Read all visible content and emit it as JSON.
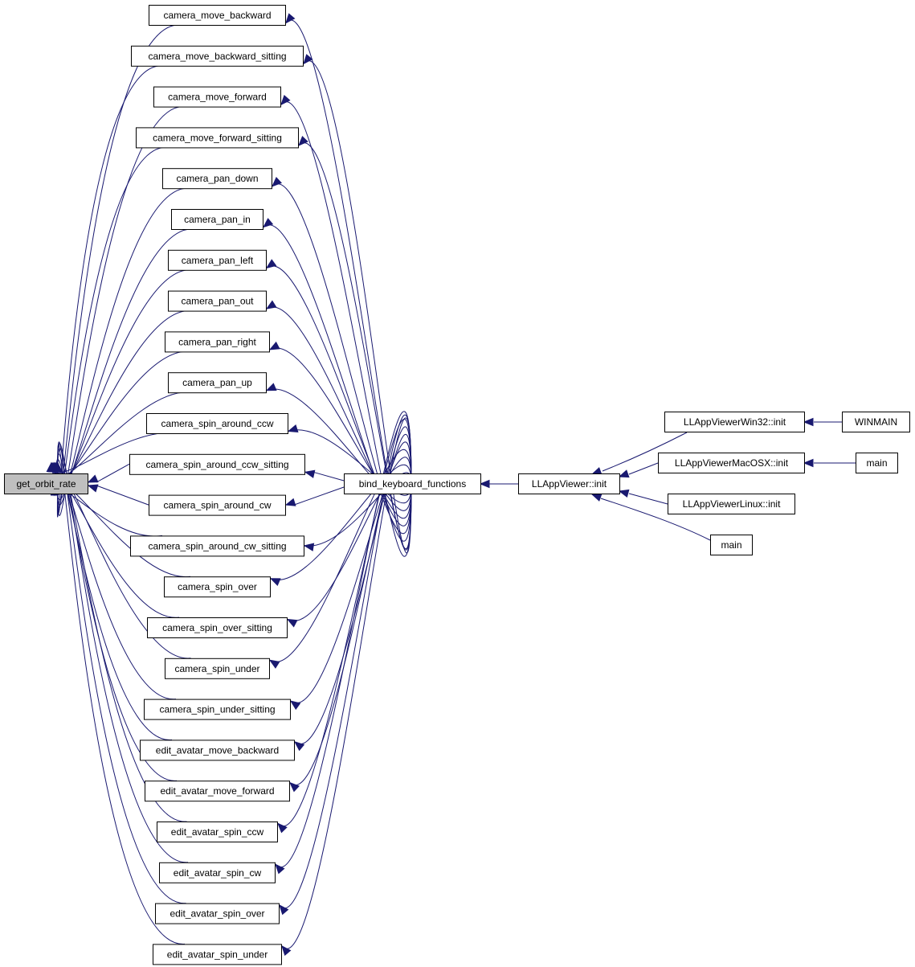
{
  "nodes": {
    "root": "get_orbit_rate",
    "hub": "bind_keyboard_functions",
    "appviewer": "LLAppViewer::init",
    "win32": "LLAppViewerWin32::init",
    "macosx": "LLAppViewerMacOSX::init",
    "linux": "LLAppViewerLinux::init",
    "main_direct": "main",
    "winmain": "WINMAIN",
    "main_mac": "main"
  },
  "callers": [
    "camera_move_backward",
    "camera_move_backward_sitting",
    "camera_move_forward",
    "camera_move_forward_sitting",
    "camera_pan_down",
    "camera_pan_in",
    "camera_pan_left",
    "camera_pan_out",
    "camera_pan_right",
    "camera_pan_up",
    "camera_spin_around_ccw",
    "camera_spin_around_ccw_sitting",
    "camera_spin_around_cw",
    "camera_spin_around_cw_sitting",
    "camera_spin_over",
    "camera_spin_over_sitting",
    "camera_spin_under",
    "camera_spin_under_sitting",
    "edit_avatar_move_backward",
    "edit_avatar_move_forward",
    "edit_avatar_spin_ccw",
    "edit_avatar_spin_cw",
    "edit_avatar_spin_over",
    "edit_avatar_spin_under"
  ],
  "colors": {
    "edge": "#191970",
    "node_border": "#000000",
    "root_fill": "#bfbfbf",
    "node_fill": "#ffffff"
  }
}
